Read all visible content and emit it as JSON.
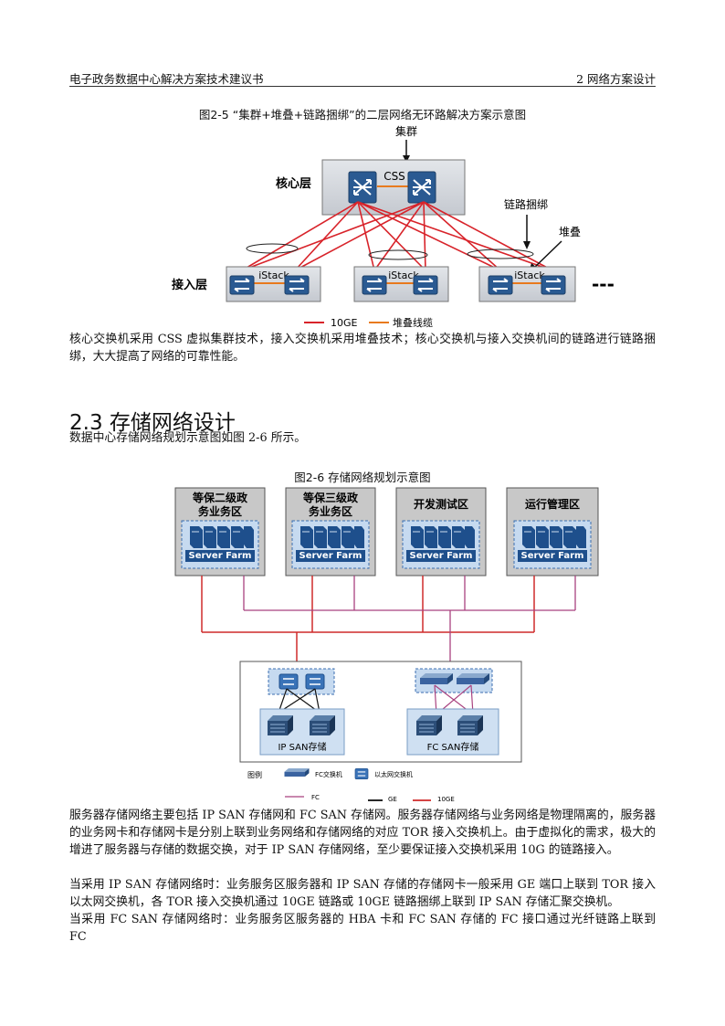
{
  "header": {
    "left": "电子政务数据中心解决方案技术建议书",
    "right": "2 网络方案设计"
  },
  "fig1": {
    "caption": "图2-5 “集群+堆叠+链路捆绑”的二层网络无环路解决方案示意图",
    "cluster_label": "集群",
    "core_label": "核心层",
    "css_label": "CSS",
    "bundle_label": "链路捆绑",
    "stack_label": "堆叠",
    "access_label": "接入层",
    "istack": "iStack",
    "ellipsis": "---",
    "legend_10ge": "10GE",
    "legend_stack": "堆叠线缆",
    "colors": {
      "red": "#d8232a",
      "orange": "#e87a1e",
      "box": "#cbcfd6"
    }
  },
  "para1": "核心交换机采用 CSS 虚拟集群技术，接入交换机采用堆叠技术；核心交换机与接入交换机间的链路进行链路捆绑，大大提高了网络的可靠性能。",
  "section": {
    "title": "2.3 存储网络设计",
    "intro": "数据中心存储网络规划示意图如图 2-6 所示。"
  },
  "fig2": {
    "caption": "图2-6 存储网络规划示意图",
    "zones": [
      {
        "line1": "等保二级政",
        "line2": "务业务区"
      },
      {
        "line1": "等保三级政",
        "line2": "务业务区"
      },
      {
        "line1": "开发测试区",
        "line2": ""
      },
      {
        "line1": "运行管理区",
        "line2": ""
      }
    ],
    "server_farm": "Server Farm",
    "ip_san": "IP  SAN存储",
    "fc_san": "FC  SAN存储",
    "legend_title": "图例",
    "legend_fc_switch": "FC交换机",
    "legend_eth_switch": "以太网交换机",
    "legend_fc": "FC",
    "legend_ge": "GE",
    "legend_10ge": "10GE",
    "colors": {
      "red": "#cf2a2a",
      "pink": "#a9427f",
      "gray": "#c8c8c8"
    }
  },
  "para2": "服务器存储网络主要包括 IP SAN 存储网和 FC SAN 存储网。服务器存储网络与业务网络是物理隔离的，服务器的业务网卡和存储网卡是分别上联到业务网络和存储网络的对应 TOR 接入交换机上。由于虚拟化的需求，极大的增进了服务器与存储的数据交换，对于 IP SAN 存储网络，至少要保证接入交换机采用 10G 的链路接入。",
  "para3": "当采用 IP SAN 存储网络时：业务服务区服务器和 IP SAN 存储的存储网卡一般采用 GE 端口上联到 TOR 接入以太网交换机，各 TOR 接入交换机通过 10GE 链路或 10GE 链路捆绑上联到 IP SAN 存储汇聚交换机。",
  "para4": "当采用 FC SAN 存储网络时：业务服务区服务器的 HBA 卡和 FC SAN 存储的 FC 接口通过光纤链路上联到 FC"
}
